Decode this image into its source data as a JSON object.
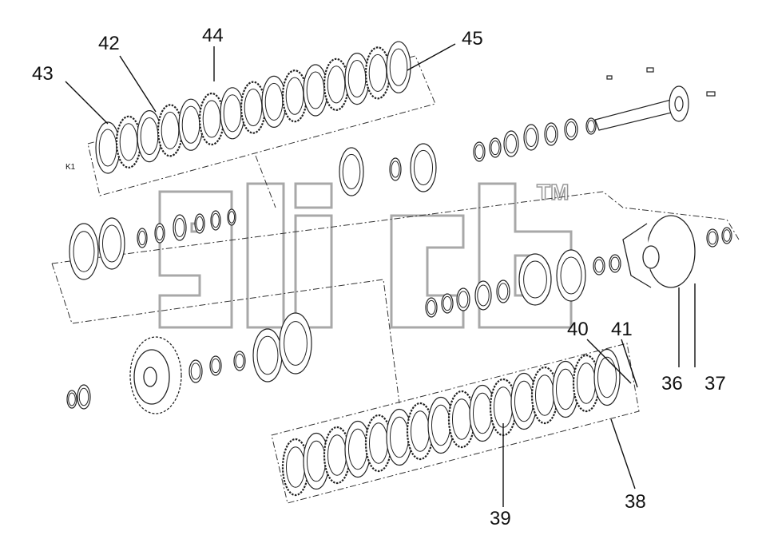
{
  "diagram": {
    "section_label": "K1",
    "watermark": {
      "text": "TM"
    },
    "callouts": [
      {
        "id": "43",
        "label": "43"
      },
      {
        "id": "42",
        "label": "42"
      },
      {
        "id": "44",
        "label": "44"
      },
      {
        "id": "45",
        "label": "45"
      },
      {
        "id": "40",
        "label": "40"
      },
      {
        "id": "41",
        "label": "41"
      },
      {
        "id": "36",
        "label": "36"
      },
      {
        "id": "37",
        "label": "37"
      },
      {
        "id": "39",
        "label": "39"
      },
      {
        "id": "38",
        "label": "38"
      }
    ]
  }
}
